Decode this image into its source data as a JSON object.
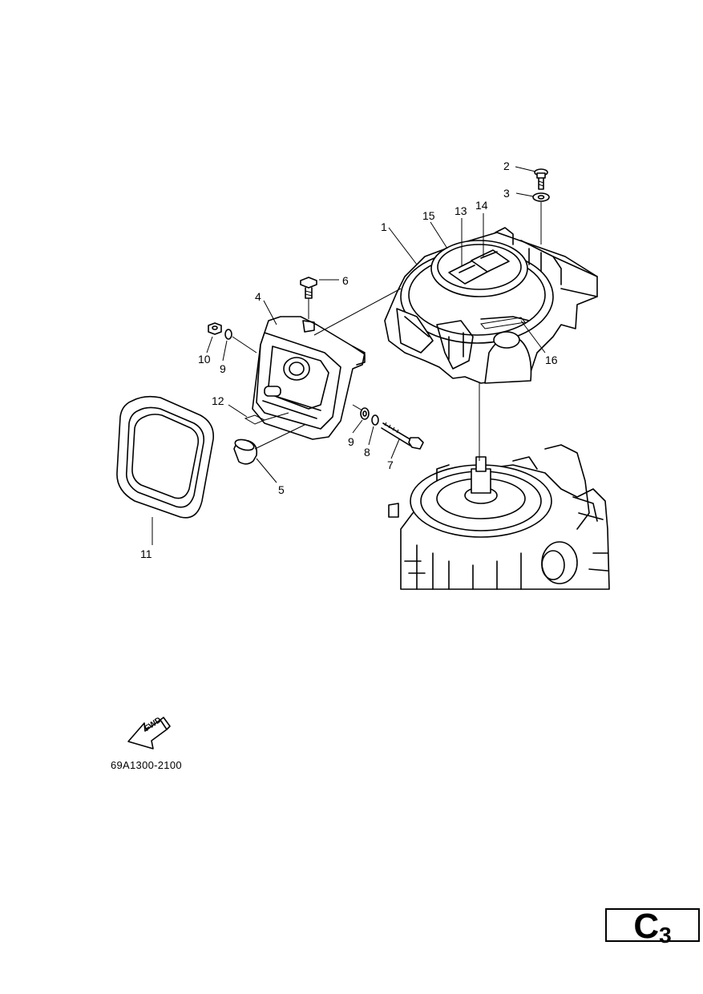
{
  "callouts": [
    {
      "id": "1",
      "label": "1"
    },
    {
      "id": "2",
      "label": "2"
    },
    {
      "id": "3",
      "label": "3"
    },
    {
      "id": "4",
      "label": "4"
    },
    {
      "id": "5",
      "label": "5"
    },
    {
      "id": "6",
      "label": "6"
    },
    {
      "id": "7",
      "label": "7"
    },
    {
      "id": "8",
      "label": "8"
    },
    {
      "id": "9a",
      "label": "9"
    },
    {
      "id": "9b",
      "label": "9"
    },
    {
      "id": "10",
      "label": "10"
    },
    {
      "id": "11",
      "label": "11"
    },
    {
      "id": "12",
      "label": "12"
    },
    {
      "id": "13",
      "label": "13"
    },
    {
      "id": "14",
      "label": "14"
    },
    {
      "id": "15",
      "label": "15"
    },
    {
      "id": "16",
      "label": "16"
    }
  ],
  "fwd_label": "FWD",
  "catalog_code": "69A1300-2100",
  "section": {
    "letter": "C",
    "number": "3"
  },
  "icons": [
    "fwd-arrow-icon"
  ]
}
